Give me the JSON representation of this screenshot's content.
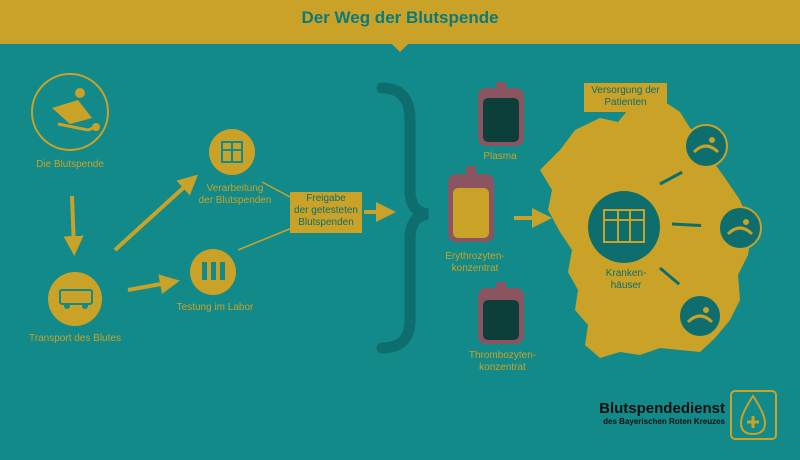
{
  "header": {
    "title": "Der Weg der Blutspende"
  },
  "steps": {
    "donation": "Die Blutspende",
    "transport": "Transport des Blutes",
    "processing_1": "Verarbeitung",
    "processing_2": "der Blutspenden",
    "lab": "Testung im Labor",
    "release_1": "Freigabe",
    "release_2": "der getesteten",
    "release_3": "Blutspenden"
  },
  "products": {
    "plasma": "Plasma",
    "ery_1": "Erythrozyten-",
    "ery_2": "konzentrat",
    "thrombo_1": "Thrombozyten-",
    "thrombo_2": "konzentrat"
  },
  "supply": {
    "box_1": "Versorgung der",
    "box_2": "Patienten",
    "hosp_1": "Kranken-",
    "hosp_2": "häuser"
  },
  "logo": {
    "name": "Blutspendedienst",
    "sub": "des Bayerischen Roten Kreuzes"
  },
  "colors": {
    "background": "#128a8a",
    "accent": "#c9a227",
    "dark_teal": "#0e6e6e",
    "bag": "#0d3f3a"
  }
}
